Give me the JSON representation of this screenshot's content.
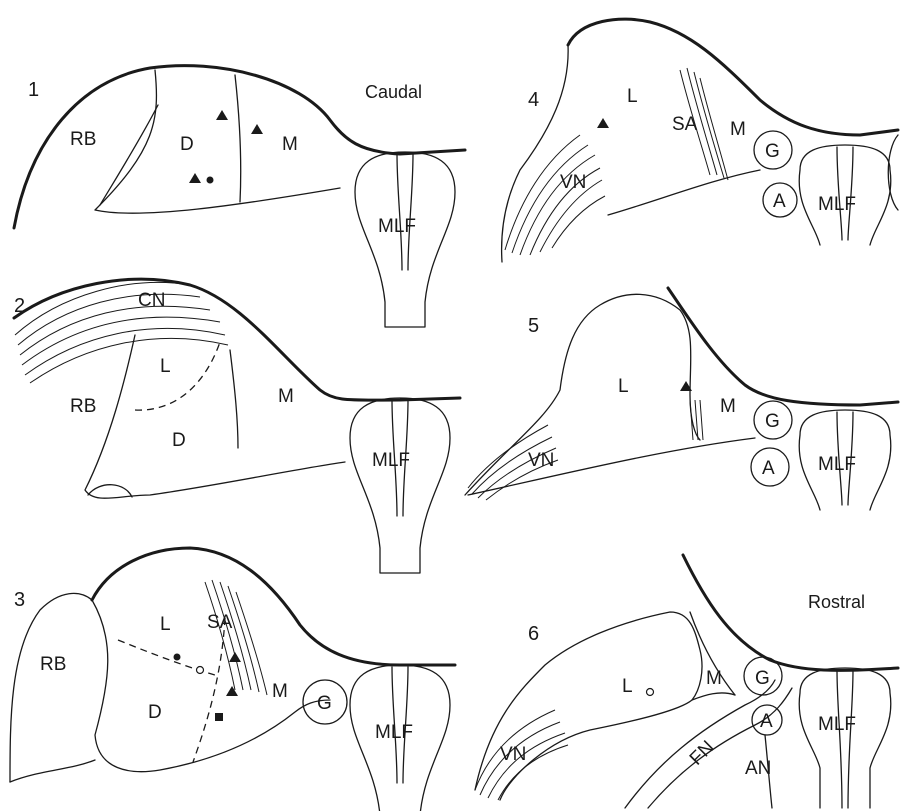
{
  "panels": [
    {
      "number": "1",
      "caption": "Caudal",
      "labels": {
        "rb": "RB",
        "d": "D",
        "m": "M",
        "mlf": "MLF"
      }
    },
    {
      "number": "2",
      "labels": {
        "cn": "CN",
        "l": "L",
        "rb": "RB",
        "d": "D",
        "m": "M",
        "mlf": "MLF"
      }
    },
    {
      "number": "3",
      "labels": {
        "rb": "RB",
        "l": "L",
        "sa": "SA",
        "m": "M",
        "d": "D",
        "g": "G",
        "mlf": "MLF"
      }
    },
    {
      "number": "4",
      "labels": {
        "l": "L",
        "sa": "SA",
        "m": "M",
        "vn": "VN",
        "g": "G",
        "a": "A",
        "mlf": "MLF"
      }
    },
    {
      "number": "5",
      "labels": {
        "l": "L",
        "m": "M",
        "vn": "VN",
        "g": "G",
        "a": "A",
        "mlf": "MLF"
      }
    },
    {
      "number": "6",
      "caption": "Rostral",
      "labels": {
        "l": "L",
        "m": "M",
        "g": "G",
        "vn": "VN",
        "fn": "FN",
        "a": "A",
        "an": "AN",
        "mlf": "MLF"
      }
    }
  ],
  "markers": {
    "filled_triangle": "#1a1a1a",
    "filled_circle": "#1a1a1a",
    "open_circle": "#ffffff",
    "filled_square": "#1a1a1a"
  }
}
